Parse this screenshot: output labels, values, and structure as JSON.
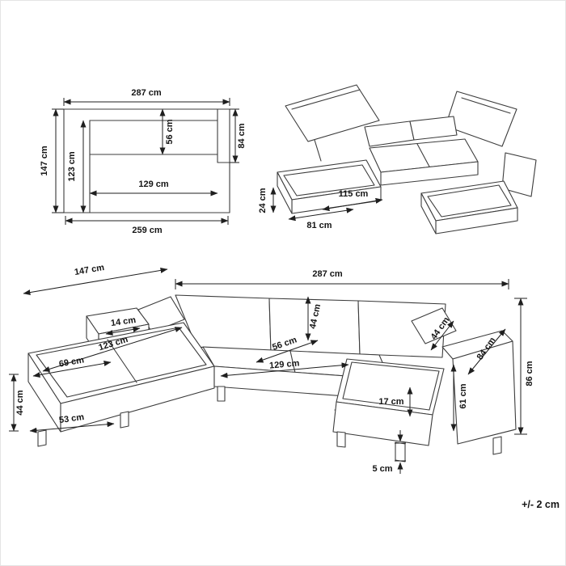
{
  "tolerance_note": "+/- 2 cm",
  "plan_view": {
    "overall_width": "287 cm",
    "overall_depth": "147 cm",
    "left_depth": "123 cm",
    "seat_depth": "56 cm",
    "right_depth": "84 cm",
    "inner_width": "129 cm",
    "front_width": "259 cm"
  },
  "storage_view": {
    "box_height": "24 cm",
    "box_width": "81 cm",
    "box_length": "115 cm"
  },
  "perspective_view": {
    "left_section_width": "147 cm",
    "overall_width": "287 cm",
    "backrest_cushion_height": "44 cm",
    "armrest_width": "14 cm",
    "chaise_length": "123 cm",
    "seat_depth": "56 cm",
    "seat_width": "129 cm",
    "right_backrest_cushion_height": "44 cm",
    "right_section_depth": "84 cm",
    "overall_height": "86 cm",
    "chaise_top_width": "69 cm",
    "seat_height": "44 cm",
    "seat_cushion_thickness": "17 cm",
    "armrest_height": "61 cm",
    "chaise_front_width": "53 cm",
    "leg_height": "5 cm"
  }
}
